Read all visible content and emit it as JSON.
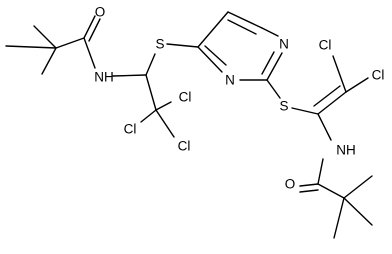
{
  "structure": {
    "atoms": {
      "o1": "O",
      "nh1": "NH",
      "s1": "S",
      "n1": "N",
      "n2": "N",
      "s2": "S",
      "cl1": "Cl",
      "cl2": "Cl",
      "cl3": "Cl",
      "cl4": "Cl",
      "cl5": "Cl",
      "nh2": "NH",
      "o2": "O"
    }
  }
}
